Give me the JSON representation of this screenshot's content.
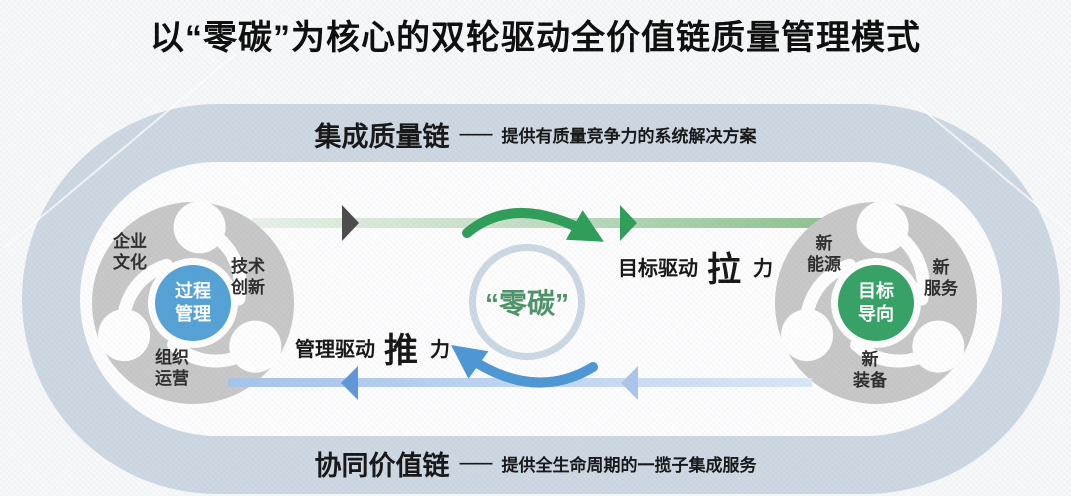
{
  "title": "以“零碳”为核心的双轮驱动全价值链质量管理模式",
  "chains": {
    "top": {
      "name": "集成质量链",
      "dash": "——",
      "desc": "提供有质量竞争力的系统解决方案"
    },
    "bottom": {
      "name": "协同价值链",
      "dash": "——",
      "desc": "提供全生命周期的一揽子集成服务"
    }
  },
  "center_hub": {
    "label": "“零碳”",
    "text_color": "#4e9368",
    "ring_color": "#ccd8e4"
  },
  "left_wheel": {
    "core": {
      "line1": "过程",
      "line2": "管理"
    },
    "core_color": "#55a2d6",
    "items": [
      {
        "line1": "企业",
        "line2": "文化"
      },
      {
        "line1": "技术",
        "line2": "创新"
      },
      {
        "line1": "组织",
        "line2": "运营"
      }
    ]
  },
  "right_wheel": {
    "core": {
      "line1": "目标",
      "line2": "导向"
    },
    "core_color": "#36a266",
    "items": [
      {
        "line1": "新",
        "line2": "能源"
      },
      {
        "line1": "新",
        "line2": "服务"
      },
      {
        "line1": "新",
        "line2": "装备"
      }
    ]
  },
  "forces": {
    "pull": {
      "prefix": "目标驱动",
      "big": "拉",
      "suffix": "力"
    },
    "push": {
      "prefix": "管理驱动",
      "big": "推",
      "suffix": "力"
    }
  },
  "colors": {
    "stadium_ring": "#cdd8e3",
    "wheel_gray": "#c8c8c8",
    "green_arrow": "#2e9e59",
    "blue_arrow": "#4e97d5",
    "dark_arrowhead": "#4b4b4b",
    "blue_arrowhead_dark": "#5f97d8",
    "blue_arrowhead_light": "#aac6ea",
    "band_green_end": "#8abf8c",
    "band_blue_start": "#a6c5ec"
  }
}
